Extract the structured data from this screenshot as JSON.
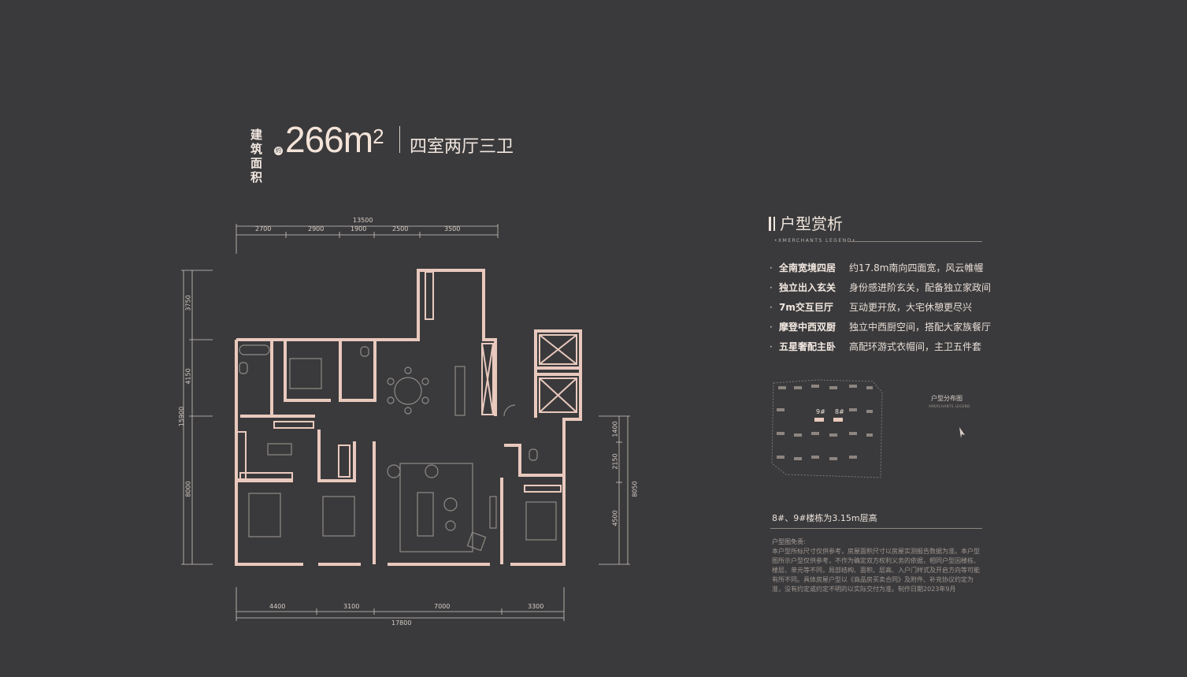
{
  "title": {
    "label_line1": "建筑",
    "label_line2": "面积",
    "approx": "约",
    "area_number": "266m",
    "area_exp": "2",
    "layout": "四室两厅三卫"
  },
  "panel": {
    "heading": "户型赏析",
    "subheading": "XMERCHANTS LEGEND",
    "features": [
      {
        "bullet": "·",
        "key": "全南宽境四居",
        "desc": "约17.8m南向四面宽，风云帷幄"
      },
      {
        "bullet": "·",
        "key": "独立出入玄关",
        "desc": "身份感进阶玄关，配备独立家政间"
      },
      {
        "bullet": "·",
        "key": "7m交互巨厅",
        "desc": "互动更开放，大宅休憩更尽兴"
      },
      {
        "bullet": "·",
        "key": "摩登中西双厨",
        "desc": "独立中西厨空间，搭配大家族餐厅"
      },
      {
        "bullet": "·",
        "key": "五星奢配主卧",
        "desc": "高配环游式衣帽间，主卫五件套"
      }
    ],
    "map_title": "户型分布图",
    "map_subtitle": "XMERCHANTS LEGEND",
    "building_9": "9#",
    "building_8": "8#",
    "floor_height": "8#、9#楼栋为3.15m层高",
    "disclaimer_title": "户型图免责:",
    "disclaimer": "本户型所标尺寸仅供参考，房屋面积尺寸以房屋实测报告数据为准。本户型图所示户型仅供参考，不作为确定双方权利义务的依据，相同户型因楼栋、楼层、单元等不同，局部结构、面积、层高、入户门样式及开启方向等可能有所不同。具体房屋户型以《商品房买卖合同》及附件、补充协议约定为准，没有约定或约定不明的以实际交付为准。制作日期2023年9月"
  },
  "dimensions": {
    "top_total": "13500",
    "top": [
      "2700",
      "2900",
      "1900",
      "2500",
      "3500"
    ],
    "bottom": [
      "4400",
      "3100",
      "7000",
      "3300"
    ],
    "bottom_total": "17800",
    "left_total": "15900",
    "left": [
      "3750",
      "4150",
      "8000"
    ],
    "right": [
      "1400",
      "2150",
      "4500"
    ],
    "right_total": "8050"
  },
  "colors": {
    "background": "#3a3a3c",
    "wall": "#e9c9bd",
    "furniture": "#8f8a86",
    "text": "#e7ddd6"
  }
}
